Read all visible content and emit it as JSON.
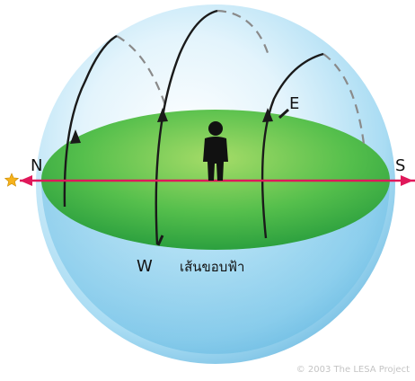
{
  "diagram": {
    "labels": {
      "north": "N",
      "south": "S",
      "east": "E",
      "west": "W",
      "horizon": "เส้นขอบฟ้า"
    },
    "copyright": "© 2003  The LESA Project",
    "icons": {
      "observer": "person-silhouette-icon",
      "pole_star": "star-icon"
    },
    "colors": {
      "sphere": "#bfe6f7",
      "sphere_edge": "#7fc4e6",
      "horizon_plane": "#3fb64a",
      "horizon_plane_center": "#9ad660",
      "meridian_line": "#e0185a",
      "star": "#f6b21b",
      "path_line": "#1a1a1a",
      "hidden_path": "#8a8a8a"
    }
  }
}
